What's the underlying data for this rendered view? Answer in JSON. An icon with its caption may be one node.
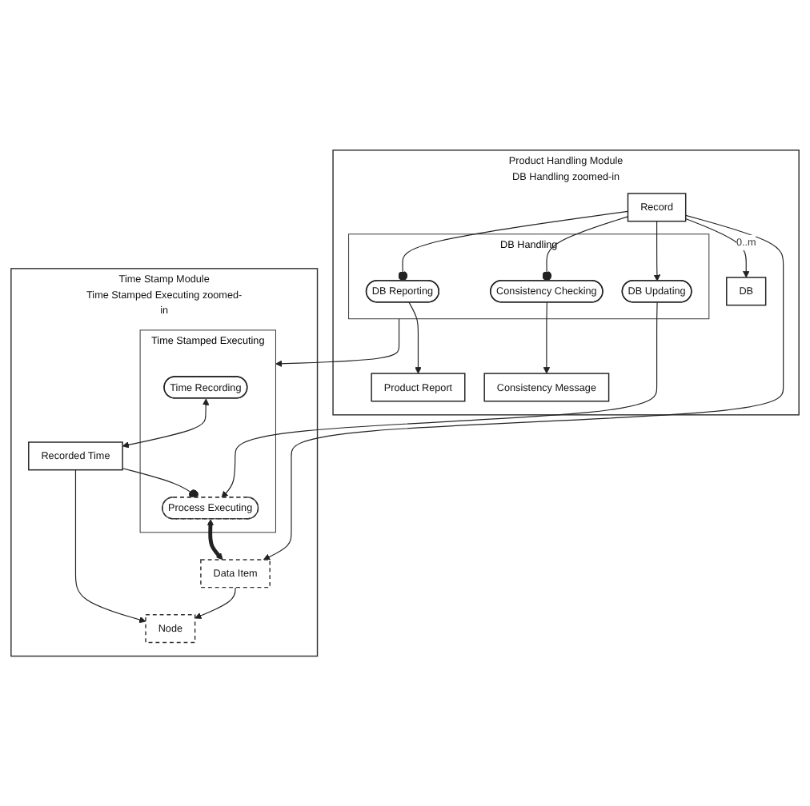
{
  "diagram": {
    "nodes": [
      {
        "text": [
          "Time Stamp Module",
          "Time Stamped Executing zoomed-in"
        ]
      },
      {
        "text": [
          "Time Stamped Executing"
        ],
        "in": 0
      },
      {
        "text": [
          "Time Recording"
        ],
        "in": 1
      },
      {
        "text": [
          "Process Executing"
        ],
        "in": 1
      },
      {
        "text": [
          "Node"
        ],
        "in": 0
      },
      {
        "text": [
          "Recorded Time"
        ],
        "in": 0
      },
      {
        "text": [
          "Data Item"
        ],
        "in": 0
      },
      {
        "text": [
          "Product Handling Module",
          "DB Handling zoomed-in"
        ]
      },
      {
        "text": [
          "DB Handling"
        ],
        "in": 7
      },
      {
        "text": [
          "Product Report"
        ],
        "in": 7
      },
      {
        "text": [
          "DB Reporting"
        ],
        "in": 8
      },
      {
        "text": [
          "DB Updating"
        ],
        "in": 8
      },
      {
        "text": [
          "DB"
        ],
        "in": 7
      },
      {
        "text": [
          "Consistency Message"
        ],
        "in": 7
      },
      {
        "text": [
          "Consistency Checking"
        ],
        "in": 8
      },
      {
        "text": [
          "Record"
        ],
        "in": 7
      }
    ],
    "edges": [
      {
        "from": 2,
        "to": 5,
        "arrow": "both"
      },
      {
        "from": 5,
        "to": 3,
        "arrow": "other"
      },
      {
        "from": 3,
        "to": 6,
        "arrow": "both",
        "style": "thick"
      },
      {
        "from": 5,
        "to": 4,
        "arrow": "to"
      },
      {
        "from": 6,
        "to": 4,
        "arrow": "to"
      },
      {
        "from": 11,
        "to": 3,
        "arrow": "to"
      },
      {
        "from": 8,
        "to": 1,
        "arrow": "to"
      },
      {
        "from": 15,
        "to": 6,
        "arrow": "to"
      },
      {
        "from": 10,
        "to": 9,
        "arrow": "to"
      },
      {
        "from": 15,
        "to": 10,
        "arrow": "other"
      },
      {
        "from": 15,
        "to": 11,
        "arrow": "to"
      },
      {
        "from": 14,
        "to": 13,
        "arrow": "to"
      },
      {
        "from": 15,
        "to": 14,
        "arrow": "other"
      },
      {
        "from": 15,
        "to": 12,
        "arrow": "to",
        "label": "0..m"
      }
    ]
  }
}
